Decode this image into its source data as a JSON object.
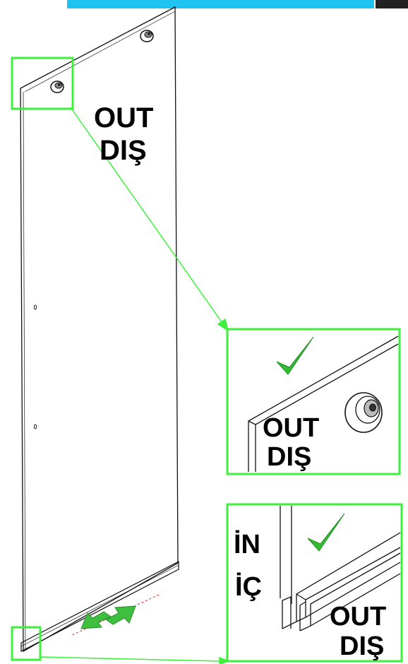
{
  "colors": {
    "highlight": "#3cf03c",
    "top_bar": "#1ec3f0",
    "check": "#33bb33",
    "arrow": "#3fbf3f",
    "guide": "#e02020",
    "line": "#111111"
  },
  "main_panel": {
    "label_out": "OUT",
    "label_dis": "DIŞ"
  },
  "detail_top": {
    "label_out": "OUT",
    "label_dis": "DIŞ",
    "icon": "check-icon"
  },
  "detail_bottom": {
    "label_in": "İN",
    "label_ic": "İÇ",
    "label_out": "OUT",
    "label_dis": "DIŞ",
    "icon": "check-icon"
  }
}
